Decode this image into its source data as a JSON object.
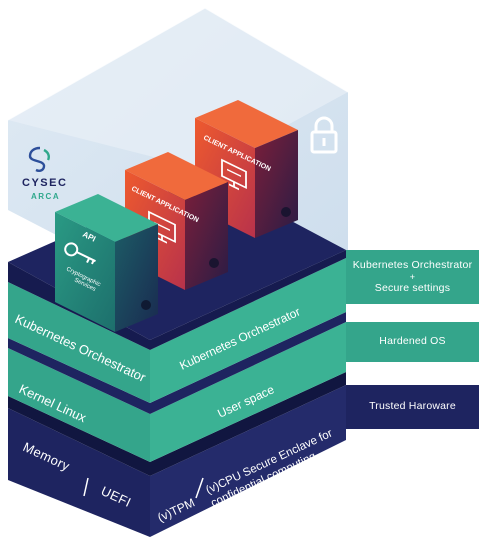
{
  "brand": {
    "name": "CYSEC",
    "product": "ARCA",
    "accent_color": "#2fa88c",
    "navy_color": "#1e2460",
    "orange_color": "#e5532b"
  },
  "containers": {
    "api": {
      "title": "API",
      "subtitle_line1": "Cryptographic",
      "subtitle_line2": "Services",
      "icon": "key-icon"
    },
    "client_app_1": {
      "title": "CLIENT APPLICATION",
      "icon": "monitor-icon"
    },
    "client_app_2": {
      "title": "CLIENT APPLICATION",
      "icon": "monitor-icon"
    }
  },
  "enclave": {
    "icon": "lock-icon"
  },
  "layers": {
    "orchestrator_left": "Kubernetes Orchestrator",
    "orchestrator_top": "Kubernetes Orchestrator",
    "kernel_left": "Kernel Linux",
    "userspace_top": "User space",
    "memory": "Memory",
    "uefi": "UEFI",
    "tpm": "(v)TPM",
    "vcpu_line1": "(v)CPU Secure Enclave for",
    "vcpu_line2": "confidential computing"
  },
  "side_labels": {
    "orchestrator_line1": "Kubernetes Orchestrator",
    "orchestrator_plus": "+",
    "orchestrator_line2": "Secure settings",
    "hardened_os": "Hardened OS",
    "trusted_hardware": "Trusted Haroware"
  }
}
